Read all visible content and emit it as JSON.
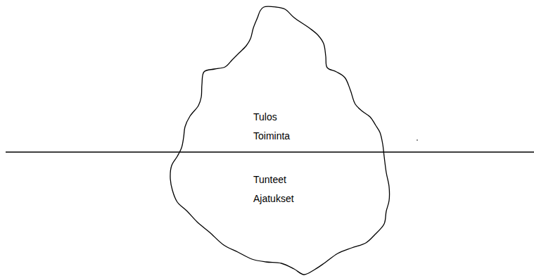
{
  "diagram": {
    "nodes": [
      {
        "text": [
          "Tulos",
          "Toiminta",
          "Tunteet",
          "Ajatukset"
        ]
      }
    ]
  }
}
